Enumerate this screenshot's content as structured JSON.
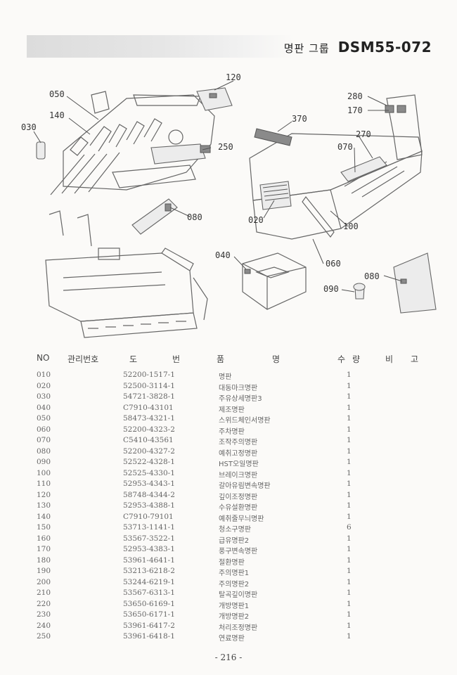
{
  "header": {
    "group_label": "명판 그룹",
    "model_code": "DSM55-072"
  },
  "diagram": {
    "callouts": [
      "120",
      "050",
      "140",
      "030",
      "250",
      "080",
      "280",
      "170",
      "370",
      "270",
      "070",
      "020",
      "100",
      "040",
      "060",
      "080",
      "090"
    ]
  },
  "table": {
    "columns": {
      "no": "NO",
      "management_no": "관리번호",
      "part_no_1": "도",
      "part_no_2": "번",
      "name_1": "품",
      "name_2": "명",
      "qty_1": "수",
      "qty_2": "량",
      "remark_1": "비",
      "remark_2": "고"
    },
    "rows": [
      {
        "no": "010",
        "part_no": "52200-1517-1",
        "name": "명판",
        "qty": "1"
      },
      {
        "no": "020",
        "part_no": "52500-3114-1",
        "name": "대동마크명판",
        "qty": "1"
      },
      {
        "no": "030",
        "part_no": "54721-3828-1",
        "name": "주유상세명판3",
        "qty": "1"
      },
      {
        "no": "040",
        "part_no": "C7910-43101",
        "name": "제조명판",
        "qty": "1"
      },
      {
        "no": "050",
        "part_no": "58473-4321-1",
        "name": "스위드체인서명판",
        "qty": "1"
      },
      {
        "no": "060",
        "part_no": "52200-4323-2",
        "name": "주차명판",
        "qty": "1"
      },
      {
        "no": "070",
        "part_no": "C5410-43561",
        "name": "조작주의명판",
        "qty": "1"
      },
      {
        "no": "080",
        "part_no": "52200-4327-2",
        "name": "예취고정명판",
        "qty": "1"
      },
      {
        "no": "090",
        "part_no": "52522-4328-1",
        "name": "HST오일명판",
        "qty": "1"
      },
      {
        "no": "100",
        "part_no": "52525-4330-1",
        "name": "브레이크명판",
        "qty": "1"
      },
      {
        "no": "110",
        "part_no": "52953-4343-1",
        "name": "갈아유림변속명판",
        "qty": "1"
      },
      {
        "no": "120",
        "part_no": "58748-4344-2",
        "name": "깊이조정명판",
        "qty": "1"
      },
      {
        "no": "130",
        "part_no": "52953-4388-1",
        "name": "수유설환명판",
        "qty": "1"
      },
      {
        "no": "140",
        "part_no": "C7910-79101",
        "name": "예취줄무늬명판",
        "qty": "1"
      },
      {
        "no": "150",
        "part_no": "53713-1141-1",
        "name": "청소구명판",
        "qty": "6"
      },
      {
        "no": "160",
        "part_no": "53567-3522-1",
        "name": "급유명판2",
        "qty": "1"
      },
      {
        "no": "170",
        "part_no": "52953-4383-1",
        "name": "풍구변속명판",
        "qty": "1"
      },
      {
        "no": "180",
        "part_no": "53961-4641-1",
        "name": "절환명판",
        "qty": "1"
      },
      {
        "no": "190",
        "part_no": "53213-6218-2",
        "name": "주의명판1",
        "qty": "1"
      },
      {
        "no": "200",
        "part_no": "53244-6219-1",
        "name": "주의명판2",
        "qty": "1"
      },
      {
        "no": "210",
        "part_no": "53567-6313-1",
        "name": "탈곡깊이명판",
        "qty": "1"
      },
      {
        "no": "220",
        "part_no": "53650-6169-1",
        "name": "개방명판1",
        "qty": "1"
      },
      {
        "no": "230",
        "part_no": "53650-6171-1",
        "name": "개방명판2",
        "qty": "1"
      },
      {
        "no": "240",
        "part_no": "53961-6417-2",
        "name": "처리조정명판",
        "qty": "1"
      },
      {
        "no": "250",
        "part_no": "53961-6418-1",
        "name": "연료명판",
        "qty": "1"
      }
    ]
  },
  "footer": {
    "page_number": "- 216 -"
  }
}
